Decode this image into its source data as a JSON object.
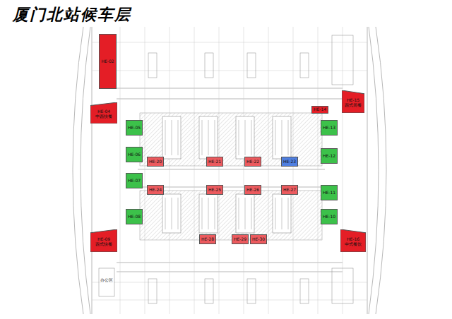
{
  "diagram": {
    "title": "厦门北站候车层",
    "nodes": [
      {
        "text": [
          "HE-02"
        ]
      },
      {
        "text": [
          "HE-04",
          "中西快餐"
        ]
      },
      {
        "text": [
          "HE-14"
        ]
      },
      {
        "text": [
          "HE-15",
          "西式简餐"
        ]
      },
      {
        "text": [
          "HE-05"
        ]
      },
      {
        "text": [
          "HE-13"
        ]
      },
      {
        "text": [
          "HE-06"
        ]
      },
      {
        "text": [
          "HE-20"
        ]
      },
      {
        "text": [
          "HE-21"
        ]
      },
      {
        "text": [
          "HE-22"
        ]
      },
      {
        "text": [
          "HE-23"
        ]
      },
      {
        "text": [
          "HE-12"
        ]
      },
      {
        "text": [
          "HE-07"
        ]
      },
      {
        "text": [
          "HE-24"
        ]
      },
      {
        "text": [
          "HE-25"
        ]
      },
      {
        "text": [
          "HE-26"
        ]
      },
      {
        "text": [
          "HE-27"
        ]
      },
      {
        "text": [
          "HE-11"
        ]
      },
      {
        "text": [
          "HE-08"
        ]
      },
      {
        "text": [
          "HE-10"
        ]
      },
      {
        "text": [
          "HE-09",
          "西式快餐"
        ]
      },
      {
        "text": [
          "HE-16",
          "中式餐饮"
        ]
      },
      {
        "text": [
          "HE-28"
        ]
      },
      {
        "text": [
          "HE-29"
        ]
      },
      {
        "text": [
          "HE-30"
        ]
      }
    ],
    "labels": [
      "办公区"
    ]
  }
}
